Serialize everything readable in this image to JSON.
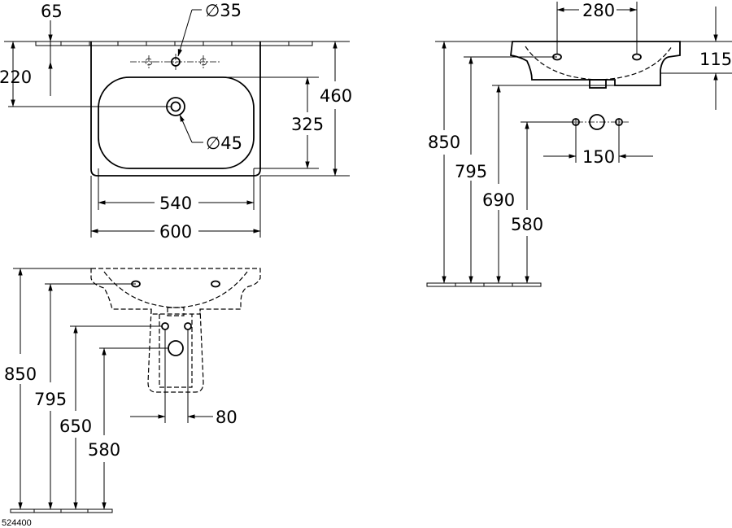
{
  "top_view": {
    "dims": {
      "d65": "65",
      "d35": "∅35",
      "d220": "220",
      "d460": "460",
      "d325": "325",
      "d45": "∅45",
      "d540": "540",
      "d600": "600"
    }
  },
  "side_view": {
    "dims": {
      "d280": "280",
      "d115": "115",
      "d850": "850",
      "d795": "795",
      "d690": "690",
      "d580": "580",
      "d150": "150"
    }
  },
  "front_view": {
    "dims": {
      "d850": "850",
      "d795": "795",
      "d650": "650",
      "d580": "580",
      "d80": "80"
    }
  },
  "product_code": "524400"
}
